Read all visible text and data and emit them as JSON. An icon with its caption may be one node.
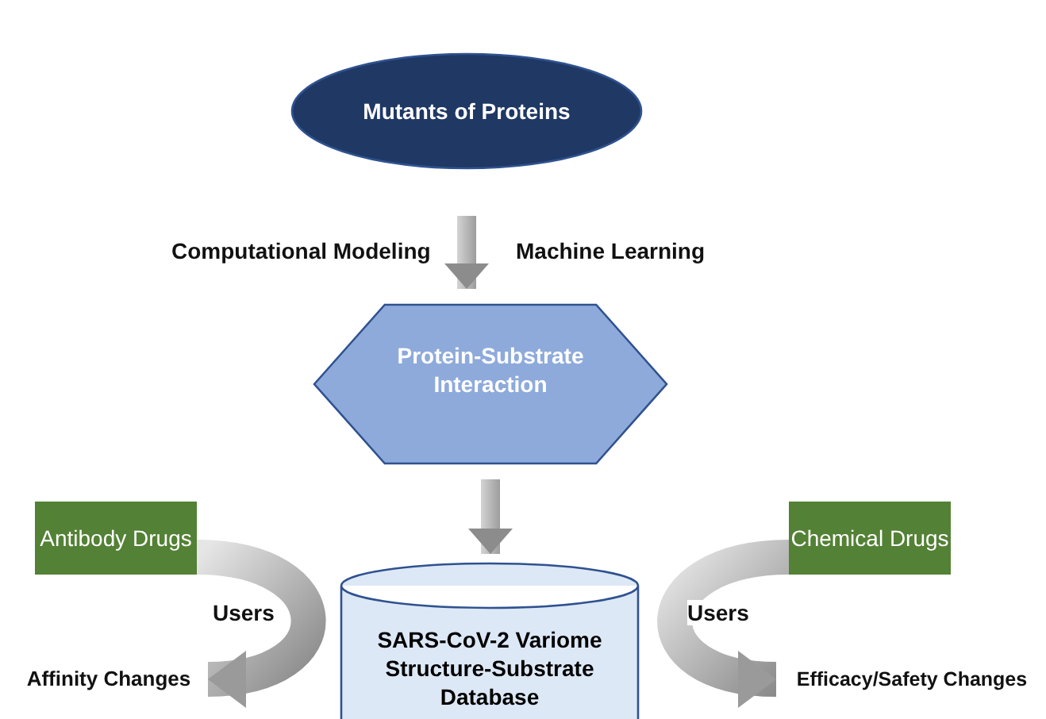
{
  "diagram": {
    "nodes": [
      {
        "text": [
          "Mutants of Proteins"
        ]
      },
      {
        "text": [
          "Protein-Substrate Interaction"
        ]
      },
      {
        "text": [
          "SARS-CoV-2 Variome Structure-Substrate Database"
        ]
      },
      {
        "text": [
          "Antibody Drugs"
        ]
      },
      {
        "text": [
          "Affinity Changes"
        ]
      },
      {
        "text": [
          "Chemical Drugs"
        ]
      },
      {
        "text": [
          "Efficacy/Safety Changes"
        ]
      }
    ],
    "edges": [
      {
        "from": 0,
        "to": 1,
        "arrow": "to"
      },
      {
        "from": 1,
        "to": 2,
        "arrow": "to"
      },
      {
        "from": 3,
        "to": 4,
        "label": "Users",
        "arrow": "to"
      },
      {
        "from": 5,
        "to": 6,
        "label": "Users",
        "arrow": "to"
      }
    ],
    "labels": [
      "Computational Modeling",
      "Machine Learning"
    ]
  }
}
